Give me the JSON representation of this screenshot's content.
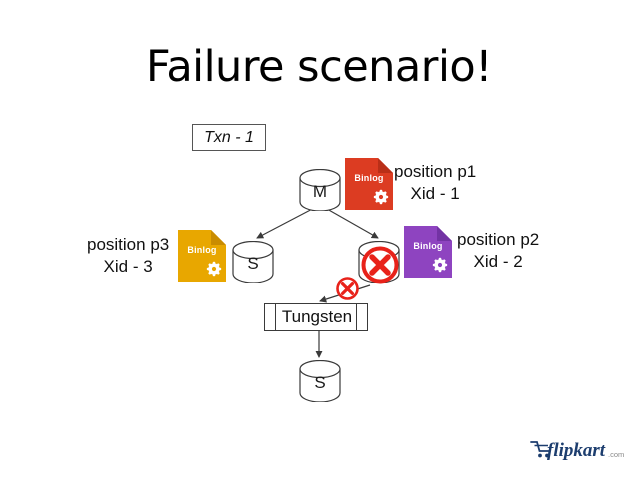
{
  "slide": {
    "title": "Failure scenario!",
    "background_color": "#ffffff"
  },
  "txn_badge": {
    "label": "Txn - 1"
  },
  "nodes": {
    "master": {
      "label": "M",
      "name": "master-database"
    },
    "slave_left": {
      "label": "S",
      "name": "slave-database-left"
    },
    "slave_failed": {
      "label": "S",
      "name": "slave-database-failed"
    },
    "slave_bottom": {
      "label": "S",
      "name": "slave-database-bottom"
    },
    "tungsten": {
      "label": "Tungsten",
      "name": "tungsten-replicator"
    }
  },
  "binlogs": [
    {
      "id": "p1",
      "text": "Binlog",
      "color": "#DC3C22",
      "fold_color": "#B92F18",
      "position_line1": "position p1",
      "position_line2": "Xid - 1"
    },
    {
      "id": "p2",
      "text": "Binlog",
      "color": "#8E44C0",
      "fold_color": "#7333A4",
      "position_line1": "position p2",
      "position_line2": "Xid - 2"
    },
    {
      "id": "p3",
      "text": "Binlog",
      "color": "#E8A700",
      "fold_color": "#C98C00",
      "position_line1": "position p3",
      "position_line2": "Xid - 3"
    }
  ],
  "error_markers": [
    {
      "id": "failed-node",
      "icon": "error-x-icon",
      "color": "#E8221A"
    },
    {
      "id": "broken-link",
      "icon": "error-x-icon",
      "color": "#E8221A"
    }
  ],
  "branding": {
    "name": "flipkart",
    "suffix": ".com",
    "color": "#1C3D6E",
    "suffix_color": "#8A8A8A"
  }
}
